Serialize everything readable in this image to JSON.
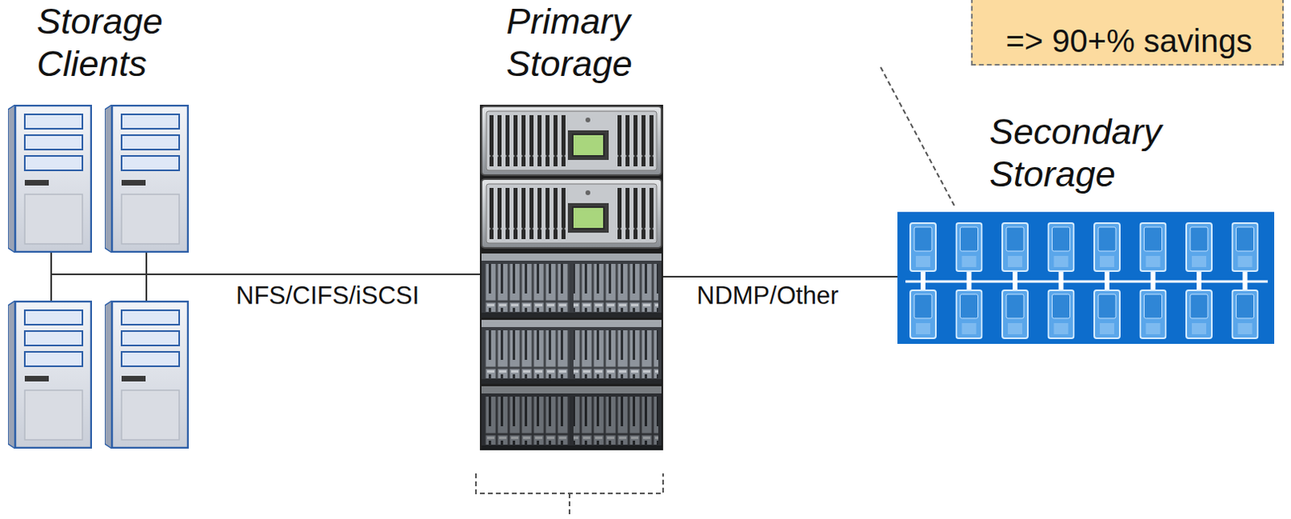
{
  "diagram": {
    "nodes": [
      {
        "text": [
          "Storage Clients"
        ]
      },
      {
        "text": [
          "Primary Storage"
        ]
      },
      {
        "text": [
          "=> 90+% savings"
        ]
      },
      {
        "text": [
          "Secondary Storage"
        ]
      }
    ],
    "edges": [
      {
        "from": 0,
        "to": 1,
        "label": "NFS/CIFS/iSCSI",
        "arrow": "none"
      },
      {
        "from": 1,
        "to": 3,
        "label": "NDMP/Other",
        "arrow": "none"
      }
    ]
  }
}
